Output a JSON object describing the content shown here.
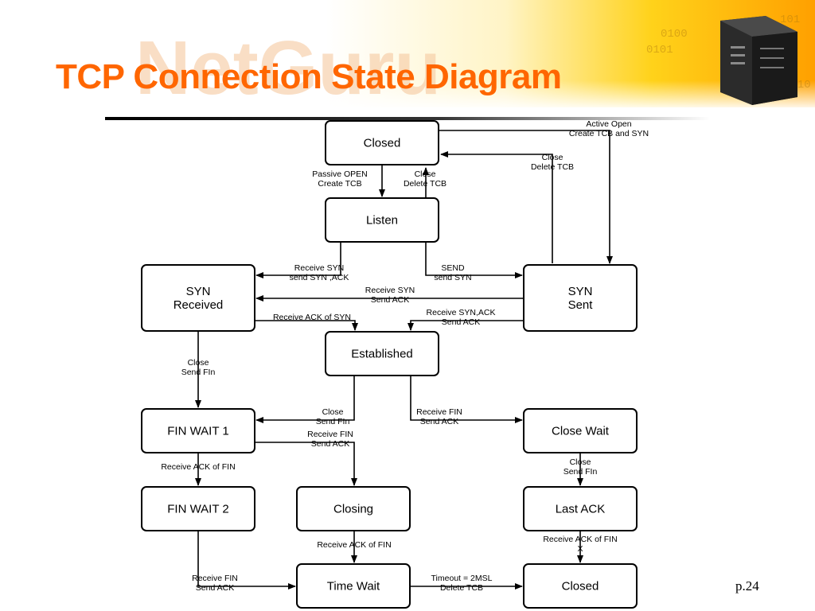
{
  "slide": {
    "title": "TCP Connection State Diagram",
    "logo_text": "NetGuru",
    "page_number": "p.24"
  },
  "colors": {
    "title": "#ff6600",
    "banner_yellow": "#ffd21a",
    "banner_orange": "#ffa000",
    "rule": "#000000",
    "box_stroke": "#000000",
    "box_fill": "#ffffff"
  },
  "icons": {
    "banner_image": "server-tower-icon"
  },
  "states": [
    {
      "id": "closed-top",
      "lines": [
        "Closed"
      ]
    },
    {
      "id": "listen",
      "lines": [
        "Listen"
      ]
    },
    {
      "id": "syn-received",
      "lines": [
        "SYN",
        "Received"
      ]
    },
    {
      "id": "syn-sent",
      "lines": [
        "SYN",
        "Sent"
      ]
    },
    {
      "id": "established",
      "lines": [
        "Established"
      ]
    },
    {
      "id": "fin-wait-1",
      "lines": [
        "FIN WAIT 1"
      ]
    },
    {
      "id": "close-wait",
      "lines": [
        "Close Wait"
      ]
    },
    {
      "id": "fin-wait-2",
      "lines": [
        "FIN WAIT 2"
      ]
    },
    {
      "id": "closing",
      "lines": [
        "Closing"
      ]
    },
    {
      "id": "last-ack",
      "lines": [
        "Last ACK"
      ]
    },
    {
      "id": "time-wait",
      "lines": [
        "Time Wait"
      ]
    },
    {
      "id": "closed-bottom",
      "lines": [
        "Closed"
      ]
    }
  ],
  "transitions": [
    {
      "id": "active-open",
      "from": "closed-top",
      "to": "syn-sent",
      "lines": [
        "Active Open",
        "Create TCB and SYN"
      ]
    },
    {
      "id": "syn-sent-close",
      "from": "syn-sent",
      "to": "closed-top",
      "lines": [
        "Close",
        "Delete TCB"
      ]
    },
    {
      "id": "passive-open",
      "from": "closed-top",
      "to": "listen",
      "lines": [
        "Passive OPEN",
        "Create TCB"
      ]
    },
    {
      "id": "listen-close",
      "from": "listen",
      "to": "closed-top",
      "lines": [
        "Close",
        "Delete TCB"
      ]
    },
    {
      "id": "listen-receive-syn",
      "from": "listen",
      "to": "syn-received",
      "lines": [
        "Receive SYN",
        "send SYN ,ACK"
      ]
    },
    {
      "id": "listen-send",
      "from": "listen",
      "to": "syn-sent",
      "lines": [
        "SEND",
        "send SYN"
      ]
    },
    {
      "id": "syn-sent-receive-syn",
      "from": "syn-sent",
      "to": "syn-received",
      "lines": [
        "Receive SYN",
        "Send ACK"
      ]
    },
    {
      "id": "syn-received-ack",
      "from": "syn-received",
      "to": "established",
      "lines": [
        "Receive ACK of SYN"
      ]
    },
    {
      "id": "syn-sent-receive-synack",
      "from": "syn-sent",
      "to": "established",
      "lines": [
        "Receive SYN,ACK",
        "Send ACK"
      ]
    },
    {
      "id": "syn-received-close",
      "from": "syn-received",
      "to": "fin-wait-1",
      "lines": [
        "Close",
        "Send FIn"
      ]
    },
    {
      "id": "established-close",
      "from": "established",
      "to": "fin-wait-1",
      "lines": [
        "Close",
        "Send FIn"
      ]
    },
    {
      "id": "established-receive-fin",
      "from": "established",
      "to": "close-wait",
      "lines": [
        "Receive FIN",
        "Send ACK"
      ]
    },
    {
      "id": "fin-wait-1-receive-fin",
      "from": "fin-wait-1",
      "to": "closing",
      "lines": [
        "Receive FIN",
        "Send ACK"
      ]
    },
    {
      "id": "fin-wait-1-receive-ack",
      "from": "fin-wait-1",
      "to": "fin-wait-2",
      "lines": [
        "Receive ACK of FIN"
      ]
    },
    {
      "id": "close-wait-close",
      "from": "close-wait",
      "to": "last-ack",
      "lines": [
        "Close",
        "Send FIn"
      ]
    },
    {
      "id": "fin-wait-2-receive-fin",
      "from": "fin-wait-2",
      "to": "time-wait",
      "lines": [
        "Receive FIN",
        "Send ACK"
      ]
    },
    {
      "id": "closing-receive-ack",
      "from": "closing",
      "to": "time-wait",
      "lines": [
        "Receive ACK of FIN"
      ]
    },
    {
      "id": "last-ack-receive-ack",
      "from": "last-ack",
      "to": "closed-bottom",
      "lines": [
        "Receive ACK of FIN",
        "X"
      ]
    },
    {
      "id": "time-wait-timeout",
      "from": "time-wait",
      "to": "closed-bottom",
      "lines": [
        "Timeout = 2MSL",
        "Delete TCB"
      ]
    }
  ]
}
